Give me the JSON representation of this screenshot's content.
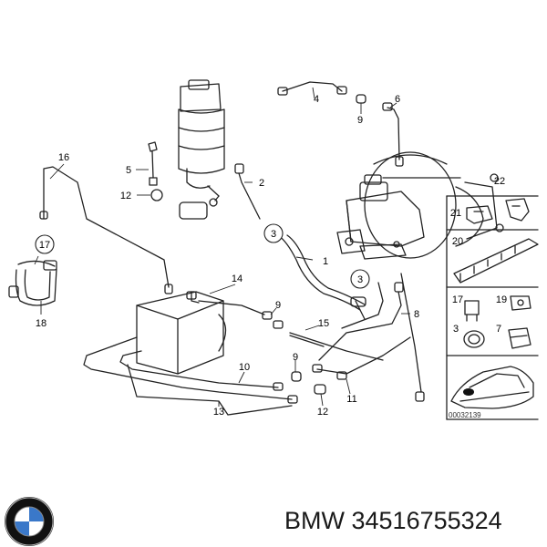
{
  "diagram": {
    "callouts": {
      "c1": "1",
      "c2": "2",
      "c3a": "3",
      "c3b": "3",
      "c4": "4",
      "c5": "5",
      "c6": "6",
      "c7": "7",
      "c8": "8",
      "c9a": "9",
      "c9b": "9",
      "c9c": "9",
      "c10": "10",
      "c11": "11",
      "c12a": "12",
      "c12b": "12",
      "c13": "13",
      "c14": "14",
      "c15": "15",
      "c16": "16",
      "c17a": "17",
      "c17b": "17",
      "c18": "18",
      "c19": "19",
      "c20": "20",
      "c21": "21",
      "c22": "22",
      "c3c": "3"
    },
    "reference_number": "00032139"
  },
  "footer": {
    "brand": "BMW",
    "part_number": "34516755324",
    "logo_icon": "bmw-roundel-icon"
  },
  "colors": {
    "line": "#222222",
    "logo_blue": "#3a78c9",
    "logo_ring": "#111111"
  }
}
